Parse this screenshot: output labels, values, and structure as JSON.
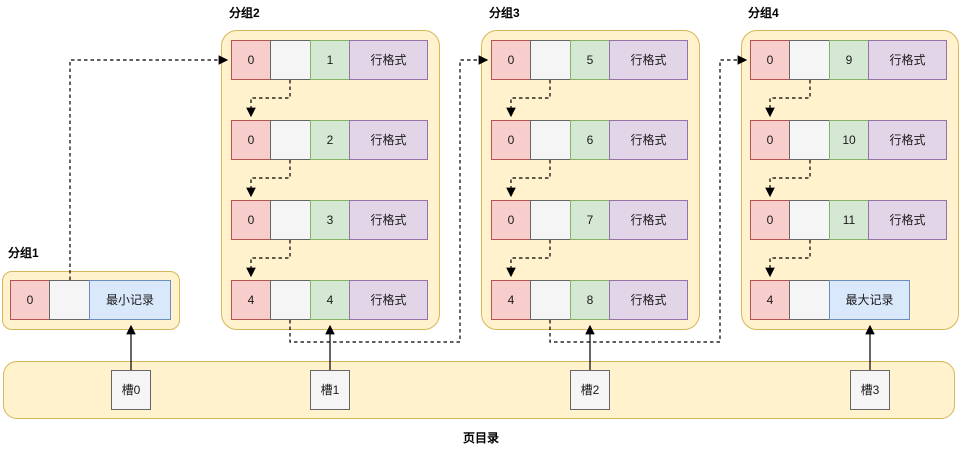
{
  "groups": [
    {
      "label": "分组1",
      "records": [
        {
          "count": "0",
          "pointer": "",
          "key": "最小记录"
        }
      ]
    },
    {
      "label": "分组2",
      "records": [
        {
          "count": "0",
          "pointer": "",
          "key": "1",
          "format": "行格式"
        },
        {
          "count": "0",
          "pointer": "",
          "key": "2",
          "format": "行格式"
        },
        {
          "count": "0",
          "pointer": "",
          "key": "3",
          "format": "行格式"
        },
        {
          "count": "4",
          "pointer": "",
          "key": "4",
          "format": "行格式"
        }
      ]
    },
    {
      "label": "分组3",
      "records": [
        {
          "count": "0",
          "pointer": "",
          "key": "5",
          "format": "行格式"
        },
        {
          "count": "0",
          "pointer": "",
          "key": "6",
          "format": "行格式"
        },
        {
          "count": "0",
          "pointer": "",
          "key": "7",
          "format": "行格式"
        },
        {
          "count": "4",
          "pointer": "",
          "key": "8",
          "format": "行格式"
        }
      ]
    },
    {
      "label": "分组4",
      "records": [
        {
          "count": "0",
          "pointer": "",
          "key": "9",
          "format": "行格式"
        },
        {
          "count": "0",
          "pointer": "",
          "key": "10",
          "format": "行格式"
        },
        {
          "count": "0",
          "pointer": "",
          "key": "11",
          "format": "行格式"
        },
        {
          "count": "4",
          "pointer": "",
          "key": "最大记录"
        }
      ]
    }
  ],
  "page_directory": {
    "label": "页目录",
    "slots": [
      "槽0",
      "槽1",
      "槽2",
      "槽3"
    ]
  },
  "colors": {
    "group_fill": "#FFF2CC",
    "group_border": "#D6B656",
    "count_fill": "#F8CECC",
    "count_border": "#B85450",
    "pointer_fill": "#F5F5F5",
    "pointer_border": "#666666",
    "key_fill": "#D5E8D4",
    "key_border": "#82B366",
    "format_fill": "#E1D5E7",
    "format_border": "#9673A6",
    "minmax_fill": "#DAE8FC",
    "minmax_border": "#6C8EBF",
    "arrow": "#000000"
  }
}
